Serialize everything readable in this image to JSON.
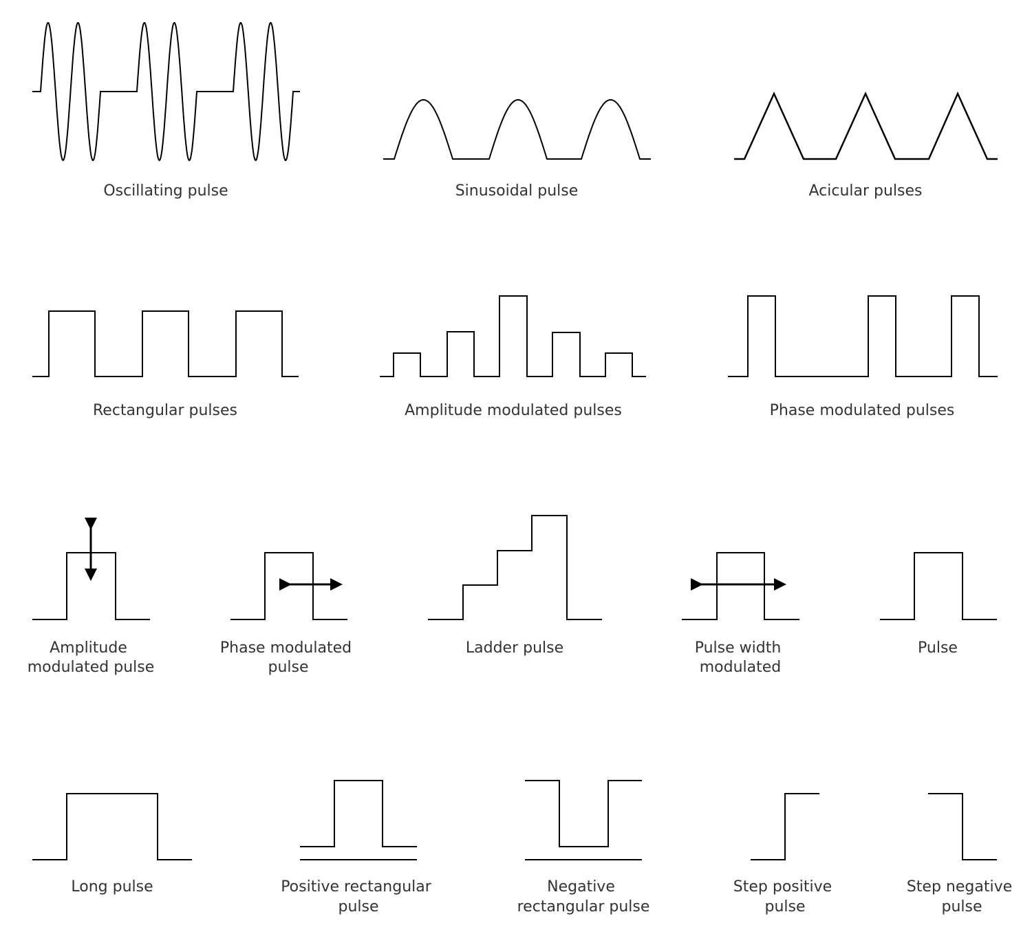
{
  "title": "Pulse waveform symbols",
  "colors": {
    "stroke": "#000000",
    "label": "#333333"
  },
  "symbols": {
    "oscillating": {
      "label": "Oscillating pulse"
    },
    "sinusoidal": {
      "label": "Sinusoidal pulse"
    },
    "acicular": {
      "label": "Acicular pulses"
    },
    "rectangular": {
      "label": "Rectangular pulses"
    },
    "am_pulses": {
      "label": "Amplitude modulated pulses"
    },
    "pm_pulses": {
      "label": "Phase modulated pulses"
    },
    "am_pulse": {
      "line1": "Amplitude",
      "line2": "modulated pulse"
    },
    "pm_pulse": {
      "line1": "Phase modulated",
      "line2": "pulse"
    },
    "ladder": {
      "label": "Ladder pulse"
    },
    "pwm": {
      "line1": "Pulse width",
      "line2": "modulated"
    },
    "pulse": {
      "label": "Pulse"
    },
    "long": {
      "label": "Long pulse"
    },
    "pos_rect": {
      "line1": "Positive rectangular",
      "line2": "pulse"
    },
    "neg_rect": {
      "line1": "Negative",
      "line2": "rectangular pulse"
    },
    "step_pos": {
      "line1": "Step positive",
      "line2": "pulse"
    },
    "step_neg": {
      "line1": "Step negative",
      "line2": "pulse"
    }
  }
}
